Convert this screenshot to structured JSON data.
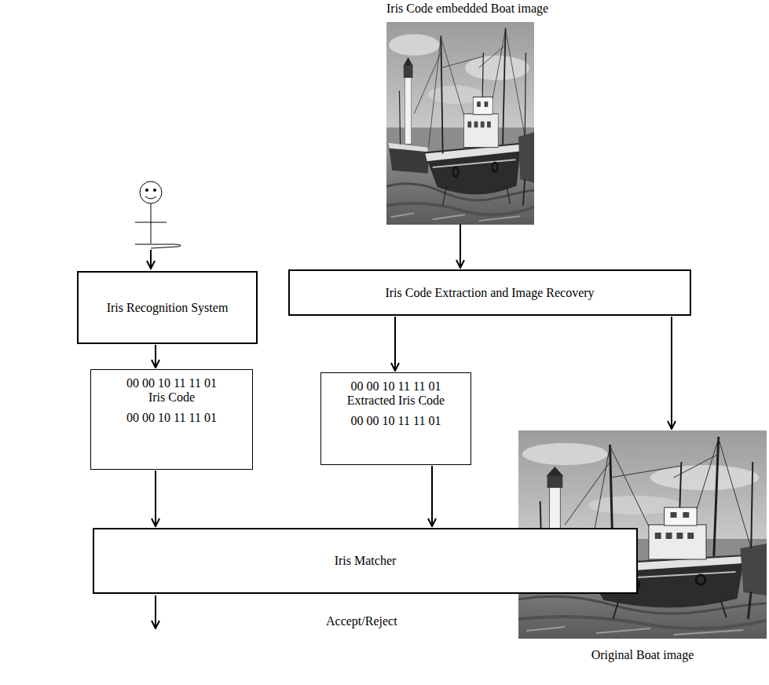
{
  "diagram": {
    "nodes": [
      {
        "text": [
          "Iris Code embedded Boat image"
        ]
      },
      {
        "text": [
          "Iris Recognition System"
        ]
      },
      {
        "text": [
          "Iris Code Extraction and Image Recovery"
        ]
      },
      {
        "text": [
          "00 00 10 11 11 01",
          "Iris Code",
          "00 00 10 11 11 01"
        ]
      },
      {
        "text": [
          "00 00 10 11 11 01",
          "Extracted Iris Code",
          "00 00 10 11 11 01"
        ]
      },
      {
        "text": [
          "Original Boat image"
        ]
      },
      {
        "text": [
          "Iris Matcher"
        ]
      }
    ],
    "edges": [
      {
        "from": 0,
        "to": 2,
        "arrow": "to"
      },
      {
        "from": 1,
        "to": 3,
        "arrow": "to"
      },
      {
        "from": 2,
        "to": 4,
        "arrow": "to"
      },
      {
        "from": 2,
        "to": 5,
        "arrow": "to"
      },
      {
        "from": 3,
        "to": 6,
        "arrow": "to"
      },
      {
        "from": 4,
        "to": 6,
        "arrow": "to"
      }
    ],
    "labels": [
      "Accept/Reject"
    ]
  }
}
